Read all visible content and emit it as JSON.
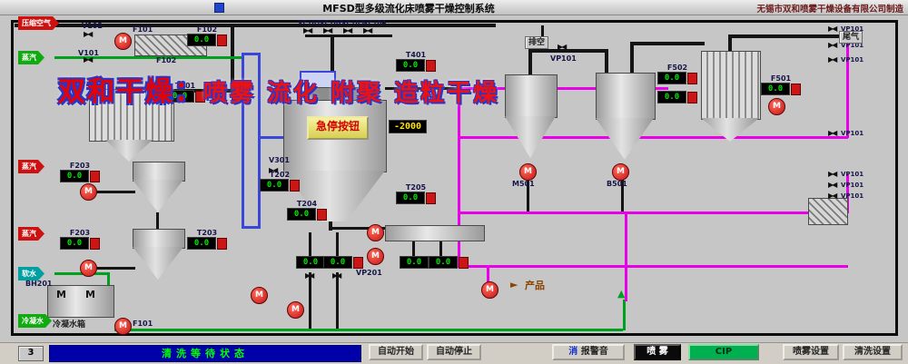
{
  "header": {
    "title": "MFSD型多级流化床喷雾干燥控制系统",
    "manufacturer": "无锡市双和喷雾干燥设备有限公司制造"
  },
  "watermark": {
    "prefix": "双和干燥：",
    "suffix": "喷雾 流化 附聚 造粒干燥"
  },
  "colors": {
    "pipe_magenta": "#e800e8",
    "pipe_green": "#00a01e",
    "pipe_blue": "#3a46d8",
    "display_green": "#00e800",
    "display_yellow": "#ffe400",
    "estop_bg": "#e8df6a",
    "cip_green": "#00b050",
    "status_bg": "#0000a8",
    "status_text": "#00ff00"
  },
  "icons": {
    "valve": "▶◀",
    "pump": "M",
    "arrow_right": "►",
    "arrow_up": "▲"
  },
  "feed_tags": [
    {
      "label": "压缩空气",
      "color": "#cc1111"
    },
    {
      "label": "蒸汽",
      "color": "#11aa11"
    },
    {
      "label": "蒸汽",
      "color": "#cc1111"
    },
    {
      "label": "蒸汽",
      "color": "#cc1111"
    },
    {
      "label": "软水",
      "color": "#00a0a0"
    },
    {
      "label": "冷凝水",
      "color": "#11aa11"
    }
  ],
  "instruments": {
    "f102": {
      "label": "F102",
      "value": "0.0"
    },
    "t201": {
      "label": "T201",
      "value": "0.0"
    },
    "t202": {
      "label": "T202",
      "value": "0.0"
    },
    "f203a": {
      "label": "F203",
      "value": "0.0"
    },
    "t203": {
      "label": "T203",
      "value": "0.0"
    },
    "f203b": {
      "label": "F203",
      "value": "0.0"
    },
    "t204": {
      "label": "T204",
      "value": "0.0"
    },
    "t205": {
      "label": "T205",
      "value": "0.0"
    },
    "t401": {
      "label": "T401",
      "value": "0.0"
    },
    "f502": {
      "label": "F502",
      "value": "0.0"
    },
    "f502b": {
      "value": "0.0"
    },
    "f501": {
      "label": "F501",
      "value": "0.0"
    },
    "chamber_pressure": {
      "value": "-2000"
    },
    "b1": {
      "value": "0.0"
    },
    "b2": {
      "value": "0.0"
    },
    "b3": {
      "value": "0.0"
    },
    "b4": {
      "value": "0.0"
    }
  },
  "equipment_labels": {
    "v102": "V102",
    "f101_top": "F101",
    "v101": "V101",
    "f102_unit": "F102",
    "v301": "V301",
    "vp101_mid": "VP101",
    "vp201": "VP201",
    "m501": "M501",
    "b501": "B501",
    "bh201": "BH201",
    "f101_pump": "F101",
    "vp_manifold": [
      "VP101",
      "VP102",
      "VP103",
      "VP104"
    ],
    "vp_right": [
      "VP101",
      "VP101",
      "VP101",
      "VP101",
      "VP101",
      "VP101",
      "VP101"
    ]
  },
  "flow_tags": {
    "exhaust": "排空",
    "tail_gas": "尾气",
    "product": "产品",
    "condensate_tank": "冷凝水箱"
  },
  "estop_label": "急停按钮",
  "footer": {
    "counter": "3",
    "status": "清洗等待状态",
    "auto_start": "自动开始",
    "auto_stop": "自动停止",
    "mute_prefix": "消",
    "mute_label": "报警音",
    "spray": "喷 雾",
    "cip": "CIP",
    "spray_settings": "喷雾设置",
    "clean_settings": "清洗设置"
  }
}
